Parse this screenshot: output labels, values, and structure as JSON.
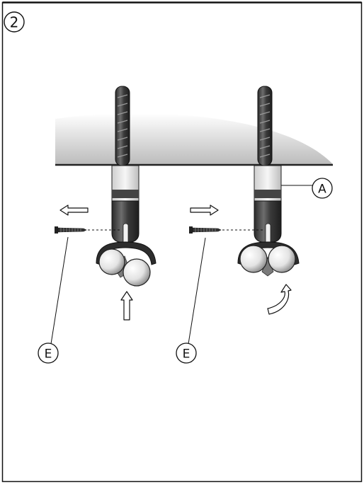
{
  "step": {
    "number": "2"
  },
  "callouts": {
    "a": "A",
    "e_left": "E",
    "e_right": "E"
  },
  "colors": {
    "frame": "#111111",
    "clamp_dark": "#3b3b3b",
    "clamp_mid": "#6e6e6e",
    "sleeve_light": "#e4e4e4",
    "panel_gradient_top": "#ffffff",
    "panel_gradient_bottom": "#bdbdbd"
  },
  "icons": {
    "left_assembly_push": "arrow-left-icon",
    "left_assembly_press": "arrow-up-icon",
    "right_assembly_push": "arrow-right-icon",
    "right_assembly_rotate": "curved-arrow-icon"
  }
}
